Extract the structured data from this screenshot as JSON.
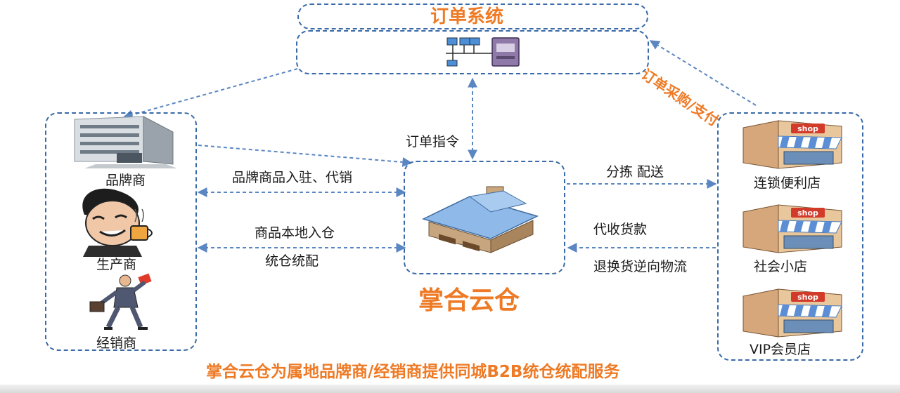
{
  "order_system": {
    "title": "订单系统"
  },
  "left_group": {
    "items": [
      {
        "label": "品牌商",
        "icon": "building-icon"
      },
      {
        "label": "生产商",
        "icon": "man-drinking-tea-icon"
      },
      {
        "label": "经销商",
        "icon": "salesman-icon"
      }
    ]
  },
  "center": {
    "title": "掌合云仓",
    "icon": "warehouse-icon"
  },
  "right_group": {
    "items": [
      {
        "label": "连锁便利店",
        "icon": "shop-icon",
        "sign": "shop"
      },
      {
        "label": "社会小店",
        "icon": "shop-icon",
        "sign": "shop"
      },
      {
        "label": "VIP会员店",
        "icon": "shop-icon",
        "sign": "shop"
      }
    ]
  },
  "edges": {
    "order_instruction": "订单指令",
    "order_purchase": "订单采购/支付",
    "brand_entry": "品牌商品入驻、代销",
    "local_storage": "商品本地入仓",
    "unified_distribution": "统仓统配",
    "sorting_delivery": "分拣 配送",
    "cod": "代收货款",
    "reverse_logistics": "退换货逆向物流"
  },
  "footer": {
    "caption": "掌合云仓为属地品牌商/经销商提供同城B2B统仓统配服务"
  },
  "colors": {
    "accent": "#ee7a25",
    "dashed_border": "#3a6aa8",
    "arrow": "#5a86c2"
  }
}
